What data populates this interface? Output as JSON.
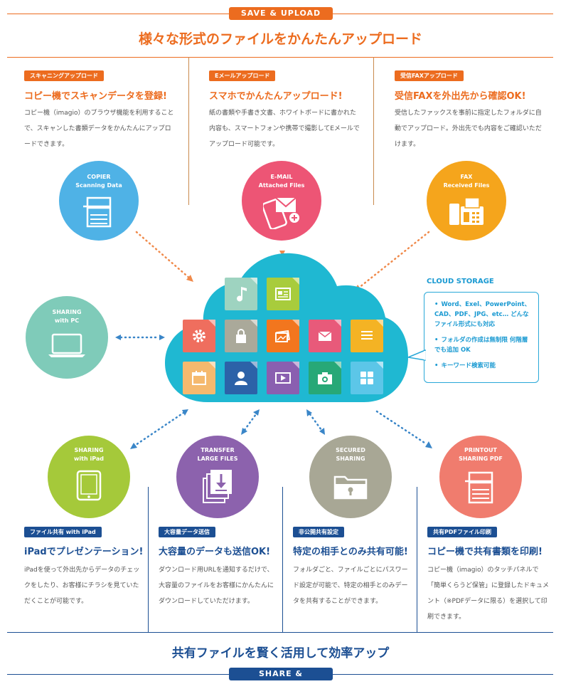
{
  "top": {
    "badge": "SAVE & UPLOAD",
    "heading": "様々な形式のファイルをかんたんアップロード"
  },
  "upload": [
    {
      "tag": "スキャニングアップロード",
      "title": "コピー機でスキャンデータを登録!",
      "desc": "コピー機（imagio）のブラウザ機能を利用することで、スキャンした書類データをかんたんにアップロードできます。",
      "circle_lines": [
        "COPIER",
        "Scanning Data"
      ],
      "icon": "copier-icon"
    },
    {
      "tag": "Eメールアップロード",
      "title": "スマホでかんたんアップロード!",
      "desc": "紙の書類や手書き文書、ホワイトボードに書かれた内容も、スマートフォンや携帯で撮影してEメールでアップロード可能です。",
      "circle_lines": [
        "E-MAIL",
        "Attached Files"
      ],
      "icon": "smartphone-mail-icon"
    },
    {
      "tag": "受信FAXアップロード",
      "title": "受信FAXを外出先から確認OK!",
      "desc": "受信したファックスを事前に指定したフォルダに自動でアップロード。外出先でも内容をご確認いただけます。",
      "circle_lines": [
        "FAX",
        "Received Files"
      ],
      "icon": "fax-icon"
    }
  ],
  "pc": {
    "circle_lines": [
      "SHARING",
      "with PC"
    ],
    "icon": "laptop-icon"
  },
  "cloud_storage": {
    "title": "CLOUD STORAGE",
    "items": [
      "Word、Exel、PowerPoint、CAD、PDF、JPG、etc… どんなファイル形式にも対応",
      "フォルダの作成は無制限 何階層でも追加 OK",
      "キーワード検索可能"
    ]
  },
  "tiles": [
    {
      "icon": "music-icon",
      "color": "#9ed3c0"
    },
    {
      "icon": "document-icon",
      "color": "#a8cc3c"
    },
    {
      "icon": "gear-icon",
      "color": "#ef6e5e"
    },
    {
      "icon": "lock-icon",
      "color": "#aaa99a"
    },
    {
      "icon": "image-icon",
      "color": "#f2761e"
    },
    {
      "icon": "mail-icon",
      "color": "#e85a7a"
    },
    {
      "icon": "text-icon",
      "color": "#f4b324"
    },
    {
      "icon": "calendar-icon",
      "color": "#f5b96e"
    },
    {
      "icon": "person-icon",
      "color": "#2c62a8"
    },
    {
      "icon": "video-icon",
      "color": "#8a5fb0"
    },
    {
      "icon": "camera-icon",
      "color": "#27a877"
    },
    {
      "icon": "apps-icon",
      "color": "#5cc6e8"
    }
  ],
  "share": [
    {
      "circle_lines": [
        "SHARING",
        "with iPad"
      ],
      "icon": "tablet-icon",
      "tag": "ファイル共有 with iPad",
      "title": "iPadでプレゼンテーション!",
      "desc": "iPadを使って外出先からデータのチェックをしたり、お客様にチラシを見ていただくことが可能です。"
    },
    {
      "circle_lines": [
        "TRANSFER",
        "LARGE FILES"
      ],
      "icon": "download-files-icon",
      "tag": "大容量データ送信",
      "title": "大容量のデータも送信OK!",
      "desc": "ダウンロード用URLを通知するだけで、大容量のファイルをお客様にかんたんにダウンロードしていただけます。"
    },
    {
      "circle_lines": [
        "SECURED",
        "SHARING"
      ],
      "icon": "locked-folder-icon",
      "tag": "非公開共有設定",
      "title": "特定の相手とのみ共有可能!",
      "desc": "フォルダごと、ファイルごとにパスワード設定が可能で、特定の相手とのみデータを共有することができます。"
    },
    {
      "circle_lines": [
        "PRINTOUT",
        "SHARING PDF"
      ],
      "icon": "printer-icon",
      "tag": "共有PDFファイル印刷",
      "title": "コピー機で共有書類を印刷!",
      "desc": "コピー機（imagio）のタッチパネルで「簡単くらうど保管」に登録したドキュメント（※PDFデータに限る）を選択して印刷できます。"
    }
  ],
  "bottom": {
    "heading": "共有ファイルを賢く活用して効率アップ",
    "badge": "SHARE & DOWNLOAD"
  },
  "colors": {
    "orange": "#ec6c1f",
    "navy": "#1c4f93",
    "copier": "#4fb2e6",
    "email": "#ed5575",
    "fax": "#f5a51c",
    "pc": "#7fcbb9",
    "ipad": "#a5c93a",
    "transfer": "#8c62ad",
    "secured": "#a8a795",
    "printout": "#f07c6e",
    "cloud": "#1fb8d2",
    "upload_dots": "#f08a4b",
    "share_dots": "#3a86c8"
  }
}
